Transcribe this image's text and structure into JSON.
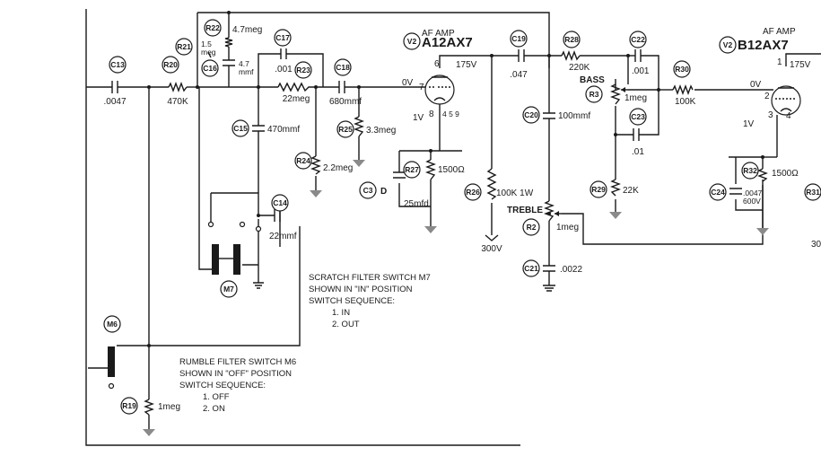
{
  "labels": {
    "c13": "C13",
    "c13_val": ".0047",
    "r20": "R20",
    "r20_val": "470K",
    "r21": "R21",
    "r21_val": "1.5\nmeg",
    "r22": "R22",
    "r22_val": "4.7meg",
    "c16": "C16",
    "c16_val": "4.7\nmmf",
    "c17": "C17",
    "c17_val": ".001",
    "r23": "R23",
    "r23_val": "22meg",
    "c18": "C18",
    "c18_val": "680mmf",
    "c15": "C15",
    "c15_val": "470mmf",
    "r24": "R24",
    "r24_val": "2.2meg",
    "c14": "C14",
    "c14_val": "22mmf",
    "m7": "M7",
    "m6": "M6",
    "r19": "R19",
    "r19_val": "1meg",
    "v2a_title": "AF AMP",
    "v2a_id": "V2",
    "v2a_type": "A12AX7",
    "v2a_plate_v": "175V",
    "v2a_grid_v": "0V",
    "v2a_cath_v": "1V",
    "pin6": "6",
    "pin7": "7",
    "pin8": "8",
    "pins_459": "4 5 9",
    "r25": "R25",
    "r25_val": "3.3meg",
    "r27": "R27",
    "r27_val": "1500Ω",
    "c3": "C3",
    "c3_d": "D",
    "c3_val": "25mfd",
    "c19": "C19",
    "c19_val": ".047",
    "r26": "R26",
    "r26_val": "100K 1W",
    "supply_300": "300V",
    "r28": "R28",
    "r28_val": "220K",
    "c20": "C20",
    "c20_val": "100mmf",
    "c22": "C22",
    "c22_val": ".001",
    "bass": "BASS",
    "r3": "R3",
    "r3_val": "1meg",
    "c23": "C23",
    "c23_val": ".01",
    "r29": "R29",
    "r29_val": "22K",
    "treble": "TREBLE",
    "r2": "R2",
    "r2_val": "1meg",
    "c21": "C21",
    "c21_val": ".0022",
    "r30": "R30",
    "r30_val": "100K",
    "v2b_title": "AF AMP",
    "v2b_id": "V2",
    "v2b_type": "B12AX7",
    "v2b_plate_v": "175V",
    "v2b_grid_v": "0V",
    "v2b_cath_v": "1V",
    "pin1": "1",
    "pin2": "2",
    "pin3": "3",
    "pin4": "4",
    "r32": "R32",
    "r32_val": "1500Ω",
    "c24": "C24",
    "c24_val": ".0047\n600V",
    "r31": "R31",
    "supply_30": "30"
  },
  "notes": {
    "scratch": [
      "SCRATCH FILTER SWITCH M7",
      "SHOWN IN \"IN\" POSITION",
      "SWITCH SEQUENCE:",
      "1. IN",
      "2. OUT"
    ],
    "rumble": [
      "RUMBLE FILTER SWITCH M6",
      "SHOWN IN \"OFF\" POSITION",
      "SWITCH SEQUENCE:",
      "1. OFF",
      "2. ON"
    ]
  },
  "colors": {
    "ink": "#1a1a1a",
    "ground": "#8a8a8a",
    "paper": "#ffffff"
  }
}
